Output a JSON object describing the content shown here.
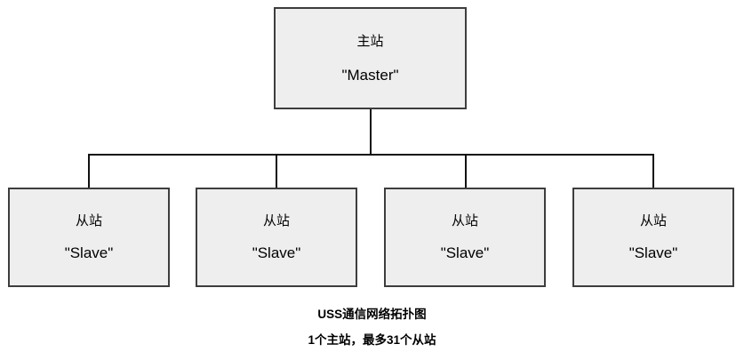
{
  "diagram": {
    "type": "network-topology-tree",
    "background_color": "#ffffff",
    "node_fill_color": "#eeeeee",
    "node_border_color": "#3d3d3d",
    "edge_color": "#111111",
    "master": {
      "cn_label": "主站",
      "en_label": "\"Master\""
    },
    "slaves": [
      {
        "cn_label": "从站",
        "en_label": "\"Slave\""
      },
      {
        "cn_label": "从站",
        "en_label": "\"Slave\""
      },
      {
        "cn_label": "从站",
        "en_label": "\"Slave\""
      },
      {
        "cn_label": "从站",
        "en_label": "\"Slave\""
      }
    ],
    "caption": {
      "line1": "USS通信网络拓扑图",
      "line2": "1个主站，最多31个从站"
    }
  }
}
